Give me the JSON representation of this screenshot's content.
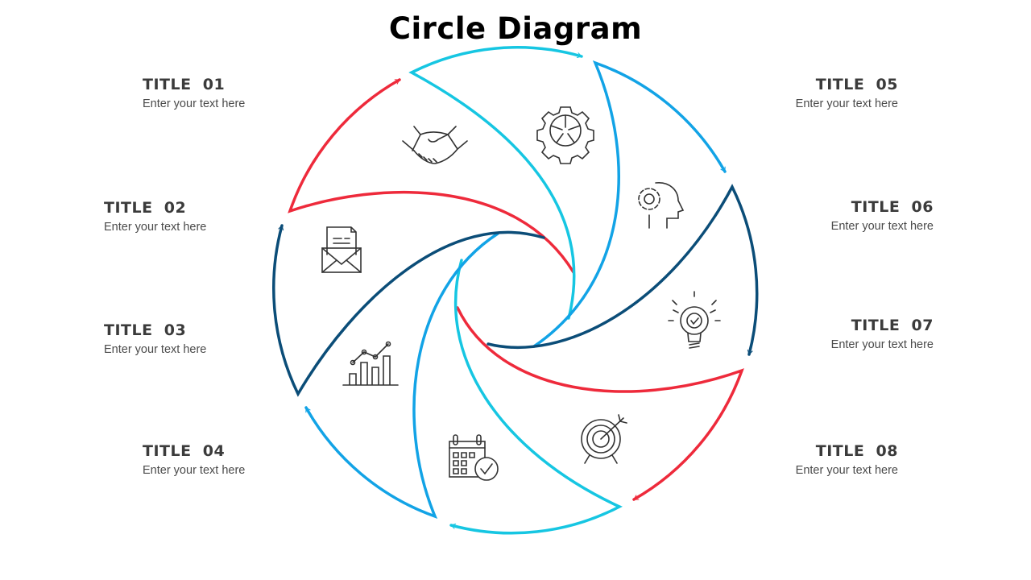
{
  "title": "Circle Diagram",
  "items": [
    {
      "title": "TITLE  01",
      "text": "Enter your text here",
      "icon": "handshake-icon"
    },
    {
      "title": "TITLE  02",
      "text": "Enter your text here",
      "icon": "mail-icon"
    },
    {
      "title": "TITLE  03",
      "text": "Enter your text here",
      "icon": "bar-chart-icon"
    },
    {
      "title": "TITLE  04",
      "text": "Enter your text here",
      "icon": "calendar-check-icon"
    },
    {
      "title": "TITLE  05",
      "text": "Enter your text here",
      "icon": "gear-icon"
    },
    {
      "title": "TITLE  06",
      "text": "Enter your text here",
      "icon": "head-gear-icon"
    },
    {
      "title": "TITLE  07",
      "text": "Enter your text here",
      "icon": "lightbulb-icon"
    },
    {
      "title": "TITLE  08",
      "text": "Enter your text here",
      "icon": "target-icon"
    }
  ],
  "colors": {
    "red": "#ee2a3b",
    "cyan": "#16c6e2",
    "blue": "#12a3e6",
    "navy": "#0b4d78",
    "text": "#3b3b3b"
  }
}
